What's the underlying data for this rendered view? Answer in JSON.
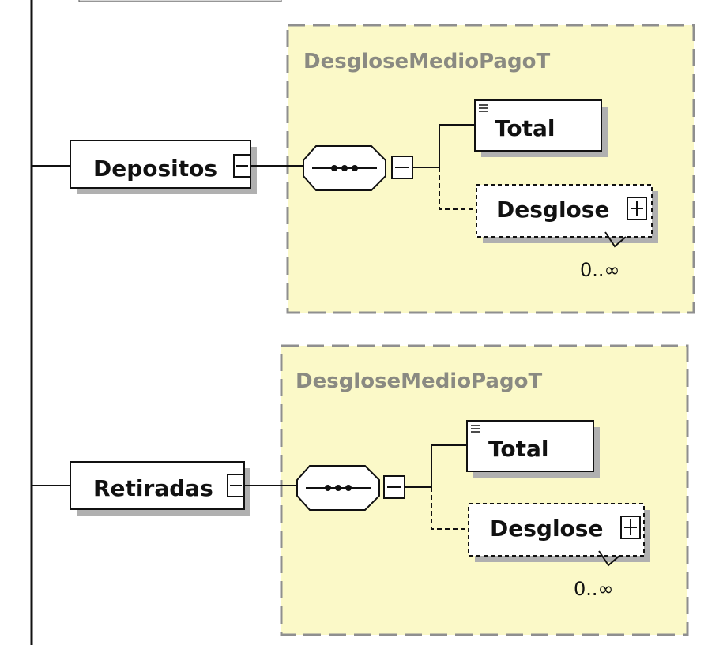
{
  "diagram": {
    "groups": [
      {
        "element": "Depositos",
        "type_name": "DesgloseMedioPagoT",
        "children": [
          {
            "name": "Total",
            "optional": false,
            "has_children": false,
            "occurs": ""
          },
          {
            "name": "Desglose",
            "optional": true,
            "has_children": true,
            "occurs": "0..∞"
          }
        ]
      },
      {
        "element": "Retiradas",
        "type_name": "DesgloseMedioPagoT",
        "children": [
          {
            "name": "Total",
            "optional": false,
            "has_children": false,
            "occurs": ""
          },
          {
            "name": "Desglose",
            "optional": true,
            "has_children": true,
            "occurs": "0..∞"
          }
        ]
      }
    ],
    "colors": {
      "type_box_fill": "#fbf9c8",
      "type_box_border": "#8f8f8f",
      "type_label": "#8a8a82",
      "shadow": "#b0b0b0",
      "line": "#111111"
    }
  }
}
